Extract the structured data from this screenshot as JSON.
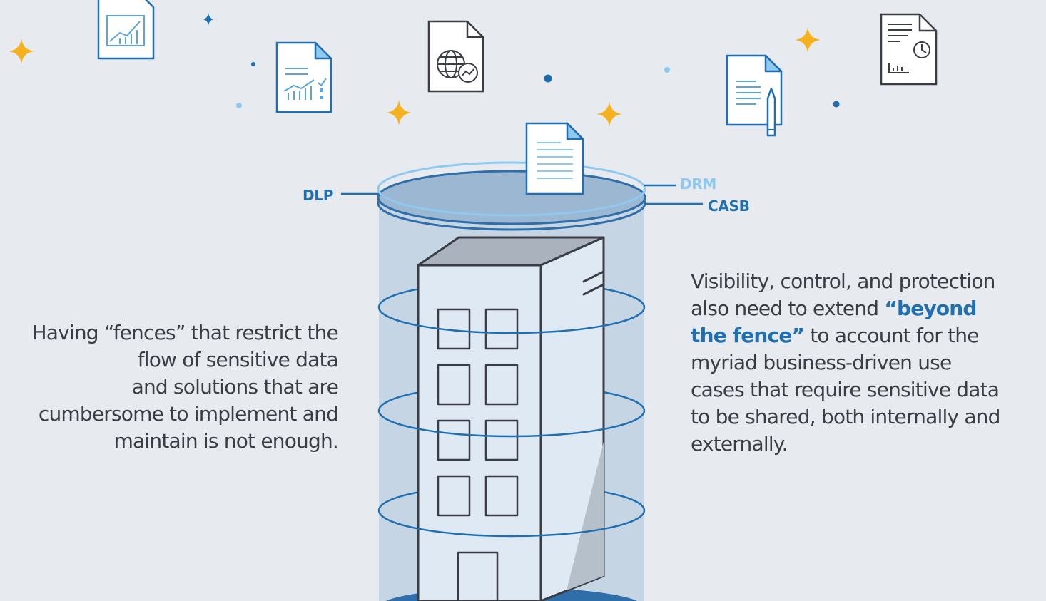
{
  "labels": {
    "dlp": "DLP",
    "drm": "DRM",
    "casb": "CASB"
  },
  "left_text": {
    "lines": [
      "Having “fences” that restrict the",
      "flow of sensitive data",
      "and solutions that are",
      "cumbersome to implement and",
      "maintain is not enough."
    ]
  },
  "right_text": {
    "line1": "Visibility, control, and protection",
    "line2_a": "also need to extend ",
    "line2_b": "“beyond",
    "line3_a": "the fence”",
    "line3_b": " to account for the",
    "line4": "myriad business-driven use",
    "line5": "cases that require sensitive data",
    "line6": "to be shared, both internally and",
    "line7": "externally."
  },
  "colors": {
    "background": "#e7ebef",
    "accent_blue": "#1f6fb2",
    "light_blue": "#8fc9ef",
    "sparkle_gold": "#f4b21e",
    "text_dark": "#3a3d45"
  }
}
